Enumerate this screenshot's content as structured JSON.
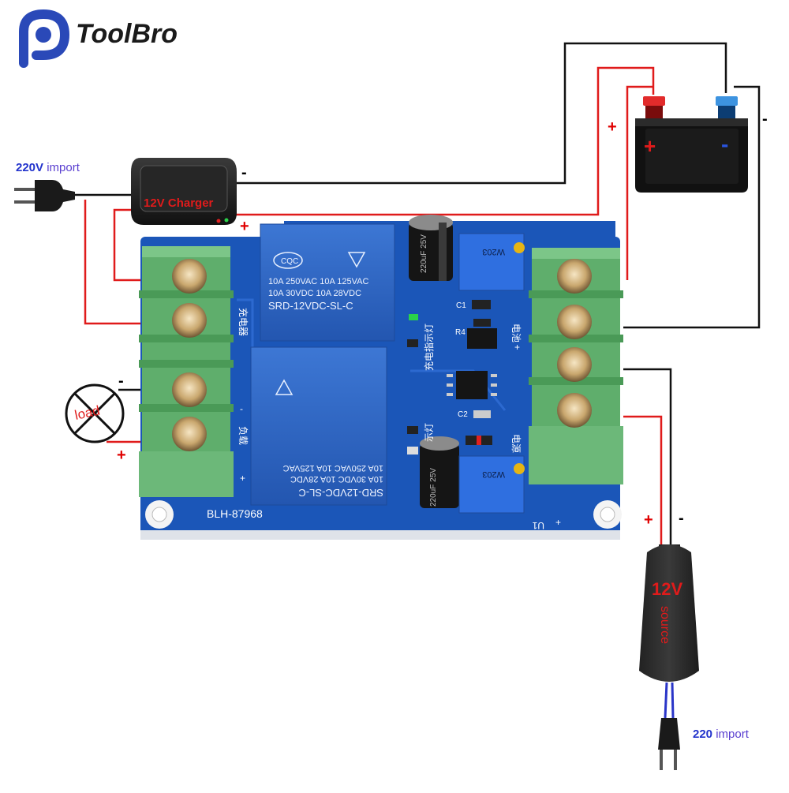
{
  "brand": {
    "name": "ToolBro"
  },
  "mains_left": {
    "voltage": "220V",
    "word": "import"
  },
  "mains_right": {
    "voltage": "220",
    "word": "import"
  },
  "charger": {
    "label": "12V Charger"
  },
  "battery": {
    "plus": "+",
    "minus": "-"
  },
  "board": {
    "model": "BLH-87968",
    "relay_top": {
      "brand": "CQC",
      "line1": "10A 250VAC  10A 125VAC",
      "line2": "10A  30VDC  10A 28VDC",
      "part": "SRD-12VDC-SL-C"
    },
    "relay_bottom": {
      "line1": "10A 250VAC  10A 125VAC",
      "line2": "10A  30VDC  10A 28VDC",
      "part": "SRD-12VDC-SL-C"
    },
    "cap_text": "220uF 25V",
    "pot_text": "W203",
    "silk_charger": "充电器",
    "silk_load": "负载",
    "silk_indicator_charge": "充电指示灯",
    "silk_indicator": "示灯",
    "silk_battery": "电池",
    "silk_source": "电源",
    "r4": "R4",
    "c1": "C1",
    "c2": "C2",
    "u1": "U1",
    "plus": "+",
    "minus": "-"
  },
  "load": {
    "label": "load"
  },
  "source": {
    "voltage": "12V",
    "word": "source"
  },
  "signs": {
    "plus": "+",
    "minus": "-"
  },
  "colors": {
    "board": "#1b56b8",
    "terminal": "#5fae6c",
    "relay": "#2f66c4",
    "wire_red": "#e01b1b",
    "wire_black": "#111111"
  }
}
